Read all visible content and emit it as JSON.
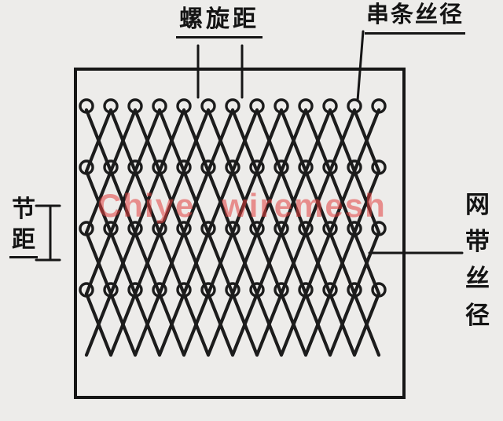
{
  "diagram": {
    "labels": {
      "spiral_pitch": "螺旋距",
      "cross_rod_wire_diameter": "串条丝径",
      "pitch_chars": [
        "节",
        "距"
      ],
      "belt_wire_diameter_chars": [
        "网",
        "带",
        "丝",
        "径"
      ]
    },
    "watermark": "Chiye wiremesh",
    "colors": {
      "ink": "#1c1c1c",
      "watermark_red": "#e2403e",
      "background": "#edecea"
    }
  }
}
